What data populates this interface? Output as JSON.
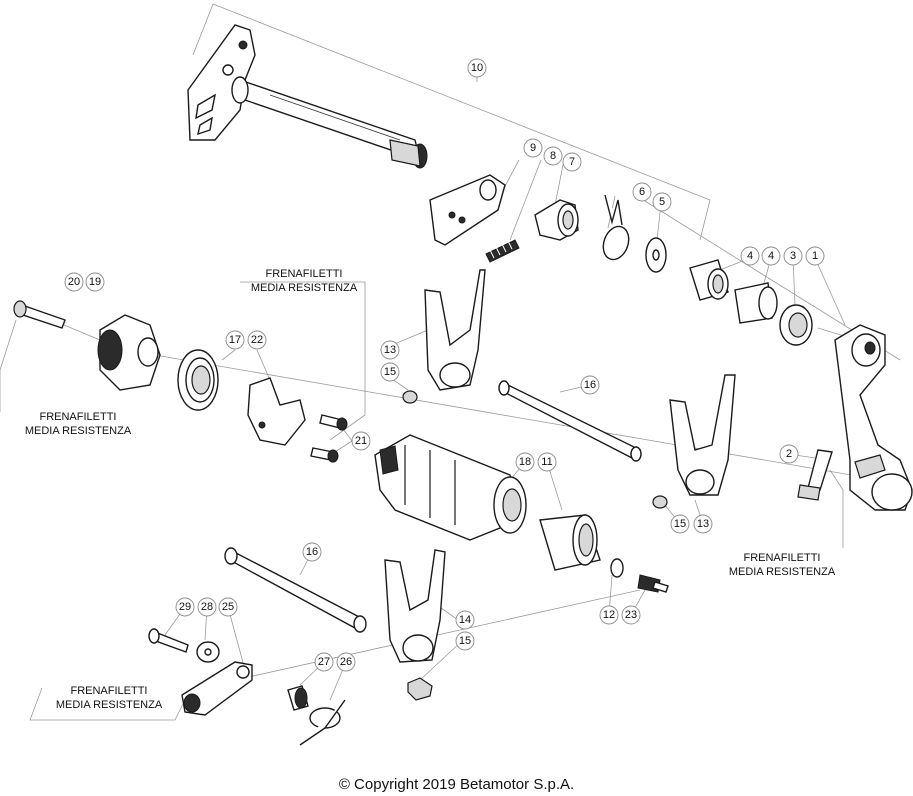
{
  "copyright": "© Copyright 2019 Betamotor S.p.A.",
  "notes": {
    "line1": "FRENAFILETTI",
    "line2": "MEDIA RESISTENZA"
  },
  "callouts": {
    "c1": "1",
    "c2": "2",
    "c3": "3",
    "c4a": "4",
    "c4b": "4",
    "c5": "5",
    "c6": "6",
    "c7": "7",
    "c8": "8",
    "c9": "9",
    "c10": "10",
    "c11": "11",
    "c12": "12",
    "c13a": "13",
    "c13b": "13",
    "c14": "14",
    "c15a": "15",
    "c15b": "15",
    "c15c": "15",
    "c16a": "16",
    "c16b": "16",
    "c17": "17",
    "c18": "18",
    "c19": "19",
    "c20": "20",
    "c21": "21",
    "c22": "22",
    "c23": "23",
    "c25": "25",
    "c26": "26",
    "c27": "27",
    "c28": "28",
    "c29": "29"
  }
}
